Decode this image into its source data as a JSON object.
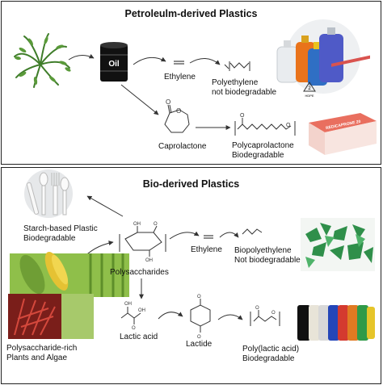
{
  "top_panel": {
    "title": "Petroleulm-derived Plastics",
    "ethylene_label": "Ethylene",
    "polyethylene_label": [
      "Polyethylene",
      "not biodegradable"
    ],
    "caprolactone_label": "Caprolactone",
    "polycaprolactone_label": [
      "Polycaprolactone",
      "Biodegradable"
    ],
    "oil_barrel_text": "Oil",
    "recycle_code": "2",
    "recycle_code_sub": "HDPE",
    "box_brand": "REDICAPRONE 20"
  },
  "bottom_panel": {
    "title": "Bio-derived Plastics",
    "starch_label": [
      "Starch-based Plastic",
      "Biodegradable"
    ],
    "polysaccharides_label": "Polysaccharides",
    "ethylene_label": "Ethylene",
    "biopolyethylene_label": [
      "Biopolyethylene",
      "Not biodegradable"
    ],
    "lactic_acid_label": "Lactic acid",
    "lactide_label": "Lactide",
    "pla_label": [
      "Poly(lactic acid)",
      "Biodegradable"
    ],
    "plants_label": [
      "Polysaccharide-rich",
      "Plants and Algae"
    ]
  },
  "colors": {
    "border": "#222222",
    "arrow": "#333333",
    "fern": "#3f7d2a",
    "barrel": "#111111",
    "bottle_white": "#e9ecef",
    "bottle_orange": "#e9731b",
    "bottle_blue": "#2f6fc4",
    "bottle_purple": "#4f5ac7",
    "box_red": "#d9534f",
    "green_flakes": "#2f8f4a",
    "corn": "#e5c233",
    "algae": "#b5322a",
    "cane": "#8fbf4a"
  }
}
